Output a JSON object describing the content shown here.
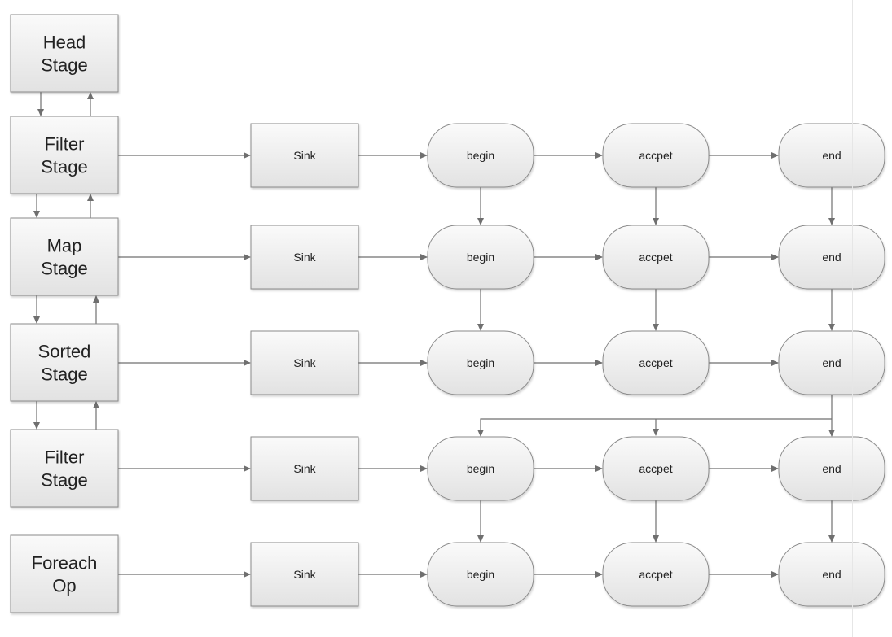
{
  "stages": [
    {
      "lines": [
        "Head",
        "Stage"
      ]
    },
    {
      "lines": [
        "Filter",
        "Stage"
      ]
    },
    {
      "lines": [
        "Map",
        "Stage"
      ]
    },
    {
      "lines": [
        "Sorted",
        "Stage"
      ]
    },
    {
      "lines": [
        "Filter",
        "Stage"
      ]
    },
    {
      "lines": [
        "Foreach",
        "Op"
      ]
    }
  ],
  "sink_rows": [
    {
      "sink": "Sink",
      "begin": "begin",
      "accept": "accpet",
      "end": "end"
    },
    {
      "sink": "Sink",
      "begin": "begin",
      "accept": "accpet",
      "end": "end"
    },
    {
      "sink": "Sink",
      "begin": "begin",
      "accept": "accpet",
      "end": "end"
    },
    {
      "sink": "Sink",
      "begin": "begin",
      "accept": "accpet",
      "end": "end"
    },
    {
      "sink": "Sink",
      "begin": "begin",
      "accept": "accpet",
      "end": "end"
    }
  ],
  "colors": {
    "node_fill_top": "#fafafa",
    "node_fill_bottom": "#e2e2e2",
    "node_stroke": "#8a8a8a",
    "arrow": "#6f6f6f"
  }
}
